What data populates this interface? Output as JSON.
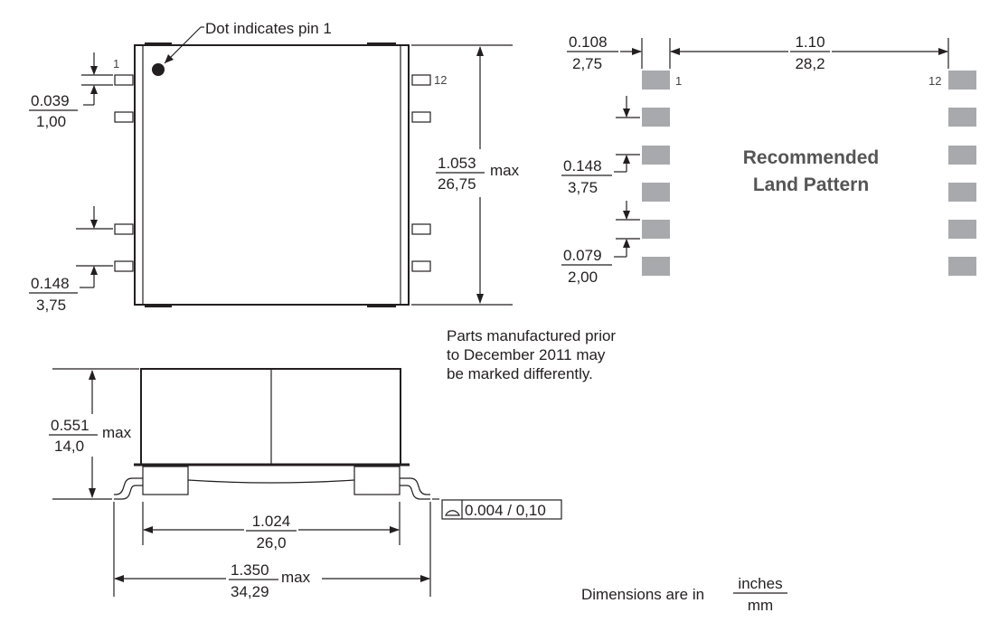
{
  "top_view": {
    "pin1_note": "Dot indicates pin 1",
    "pin_left_label": "1",
    "pin_right_label": "12",
    "pin_width_in": "0.039",
    "pin_width_mm": "1,00",
    "pitch_in": "0.148",
    "pitch_mm": "3,75",
    "length_in": "1.053",
    "length_mm": "26,75",
    "length_suffix": "max"
  },
  "land_pattern": {
    "title_line1": "Recommended",
    "title_line2": "Land Pattern",
    "pad_width_in": "0.108",
    "pad_width_mm": "2,75",
    "span_in": "1.10",
    "span_mm": "28,2",
    "pin_left_label": "1",
    "pin_right_label": "12",
    "pitch_in": "0.148",
    "pitch_mm": "3,75",
    "pad_height_in": "0.079",
    "pad_height_mm": "2,00",
    "pad_color": "#a7a9ac"
  },
  "note": {
    "line1": "Parts manufactured prior",
    "line2": "to December 2011 may",
    "line3": "be marked differently."
  },
  "side_view": {
    "height_in": "0.551",
    "height_mm": "14,0",
    "height_suffix": "max",
    "coplanarity": "0.004 / 0,10",
    "body_in": "1.024",
    "body_mm": "26,0",
    "overall_in": "1.350",
    "overall_mm": "34,29",
    "overall_suffix": "max"
  },
  "units_note": {
    "prefix": "Dimensions are in",
    "unit_top": "inches",
    "unit_bottom": "mm"
  }
}
